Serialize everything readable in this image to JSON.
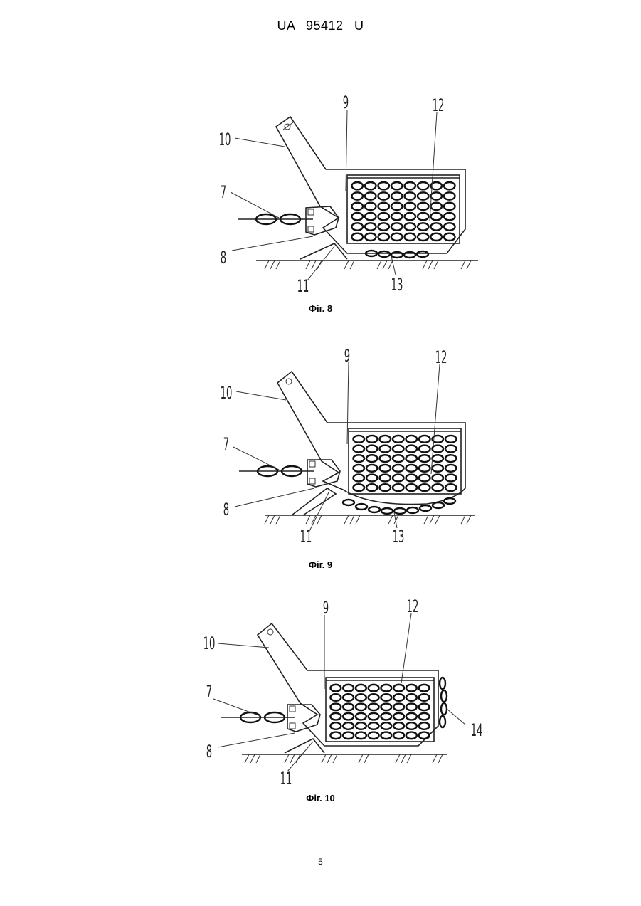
{
  "header": {
    "doc_number": "UA   95412   U"
  },
  "figures": [
    {
      "caption": "Фіг. 8",
      "labels": {
        "l10": "10",
        "l9": "9",
        "l12": "12",
        "l7": "7",
        "l8": "8",
        "l11": "11",
        "l13": "13"
      }
    },
    {
      "caption": "Фіг. 9",
      "labels": {
        "l10": "10",
        "l9": "9",
        "l12": "12",
        "l7": "7",
        "l8": "8",
        "l11": "11",
        "l13": "13"
      }
    },
    {
      "caption": "Фіг. 10",
      "labels": {
        "l10": "10",
        "l9": "9",
        "l12": "12",
        "l7": "7",
        "l8": "8",
        "l11": "11",
        "l14": "14"
      }
    }
  ],
  "page_number": "5"
}
